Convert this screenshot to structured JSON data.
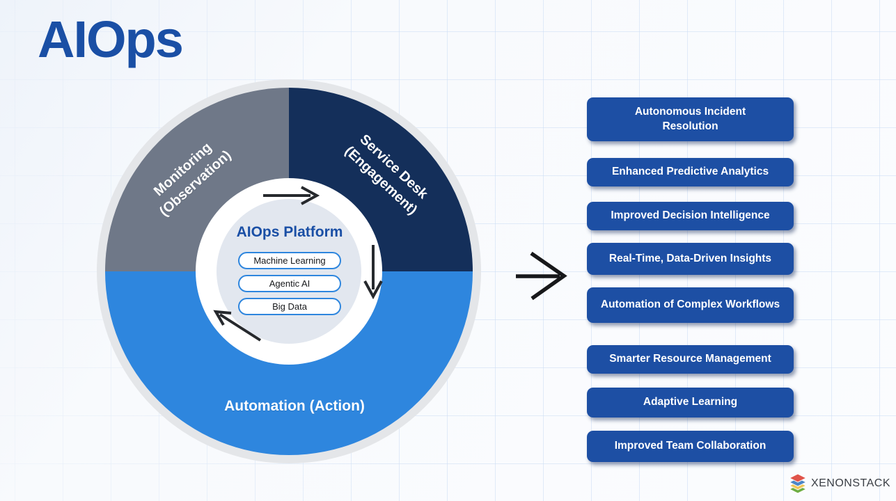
{
  "page": {
    "title": "AIOps"
  },
  "diagram": {
    "center_title": "AIOps Platform",
    "platform_pills": [
      "Machine Learning",
      "Agentic AI",
      "Big Data"
    ],
    "segments": {
      "monitoring": {
        "line1": "Monitoring",
        "line2": "(Observation)"
      },
      "service_desk": {
        "line1": "Service Desk",
        "line2": "(Engagement)"
      },
      "automation": {
        "label": "Automation (Action)"
      }
    }
  },
  "benefits": {
    "items": [
      "Autonomous Incident Resolution",
      "Enhanced Predictive Analytics",
      "Improved Decision Intelligence",
      "Real-Time, Data-Driven Insights",
      "Automation of Complex Workflows",
      "Smarter Resource Management",
      "Adaptive Learning",
      "Improved Team Collaboration"
    ]
  },
  "footer": {
    "logo_text": "XENONSTACK"
  },
  "colors": {
    "title-blue": "#1A4FA5",
    "seg-gray": "#6F7888",
    "seg-navy": "#142F5A",
    "seg-blue": "#2E86DE",
    "halo-gray": "#E4E6E9",
    "inner-circle-gray": "#E2E7EF",
    "pill-border-blue": "#2E86DE",
    "benefit-blue": "#1D4FA4",
    "arrow-dark": "#222528",
    "logo-text-gray": "#3A3E44"
  }
}
